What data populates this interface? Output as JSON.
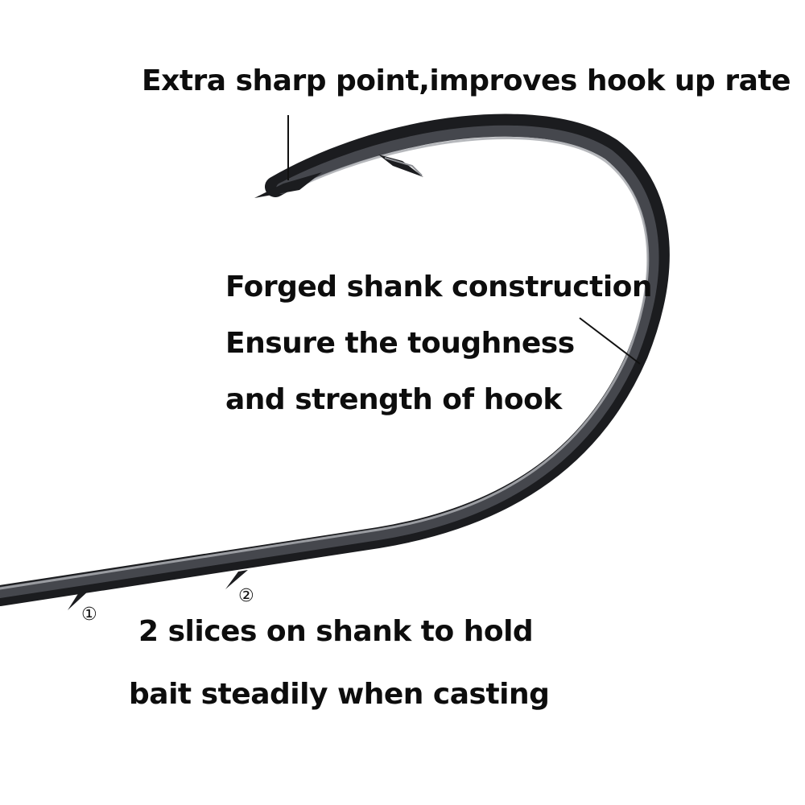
{
  "labels": {
    "point": "Extra sharp point,improves hook up rate",
    "shank_line1": "Forged shank construction",
    "shank_line2": "Ensure the toughness",
    "shank_line3": "and strength of hook",
    "slices_line1": "2 slices on shank to hold",
    "slices_line2": "bait steadily when casting",
    "marker_1": "①",
    "marker_2": "②"
  },
  "colors": {
    "background": "#ffffff",
    "hook_dark": "#1b1c1f",
    "hook_mid": "#4a4c52",
    "hook_highlight": "#a9abb0",
    "text": "#0d0d0d"
  }
}
